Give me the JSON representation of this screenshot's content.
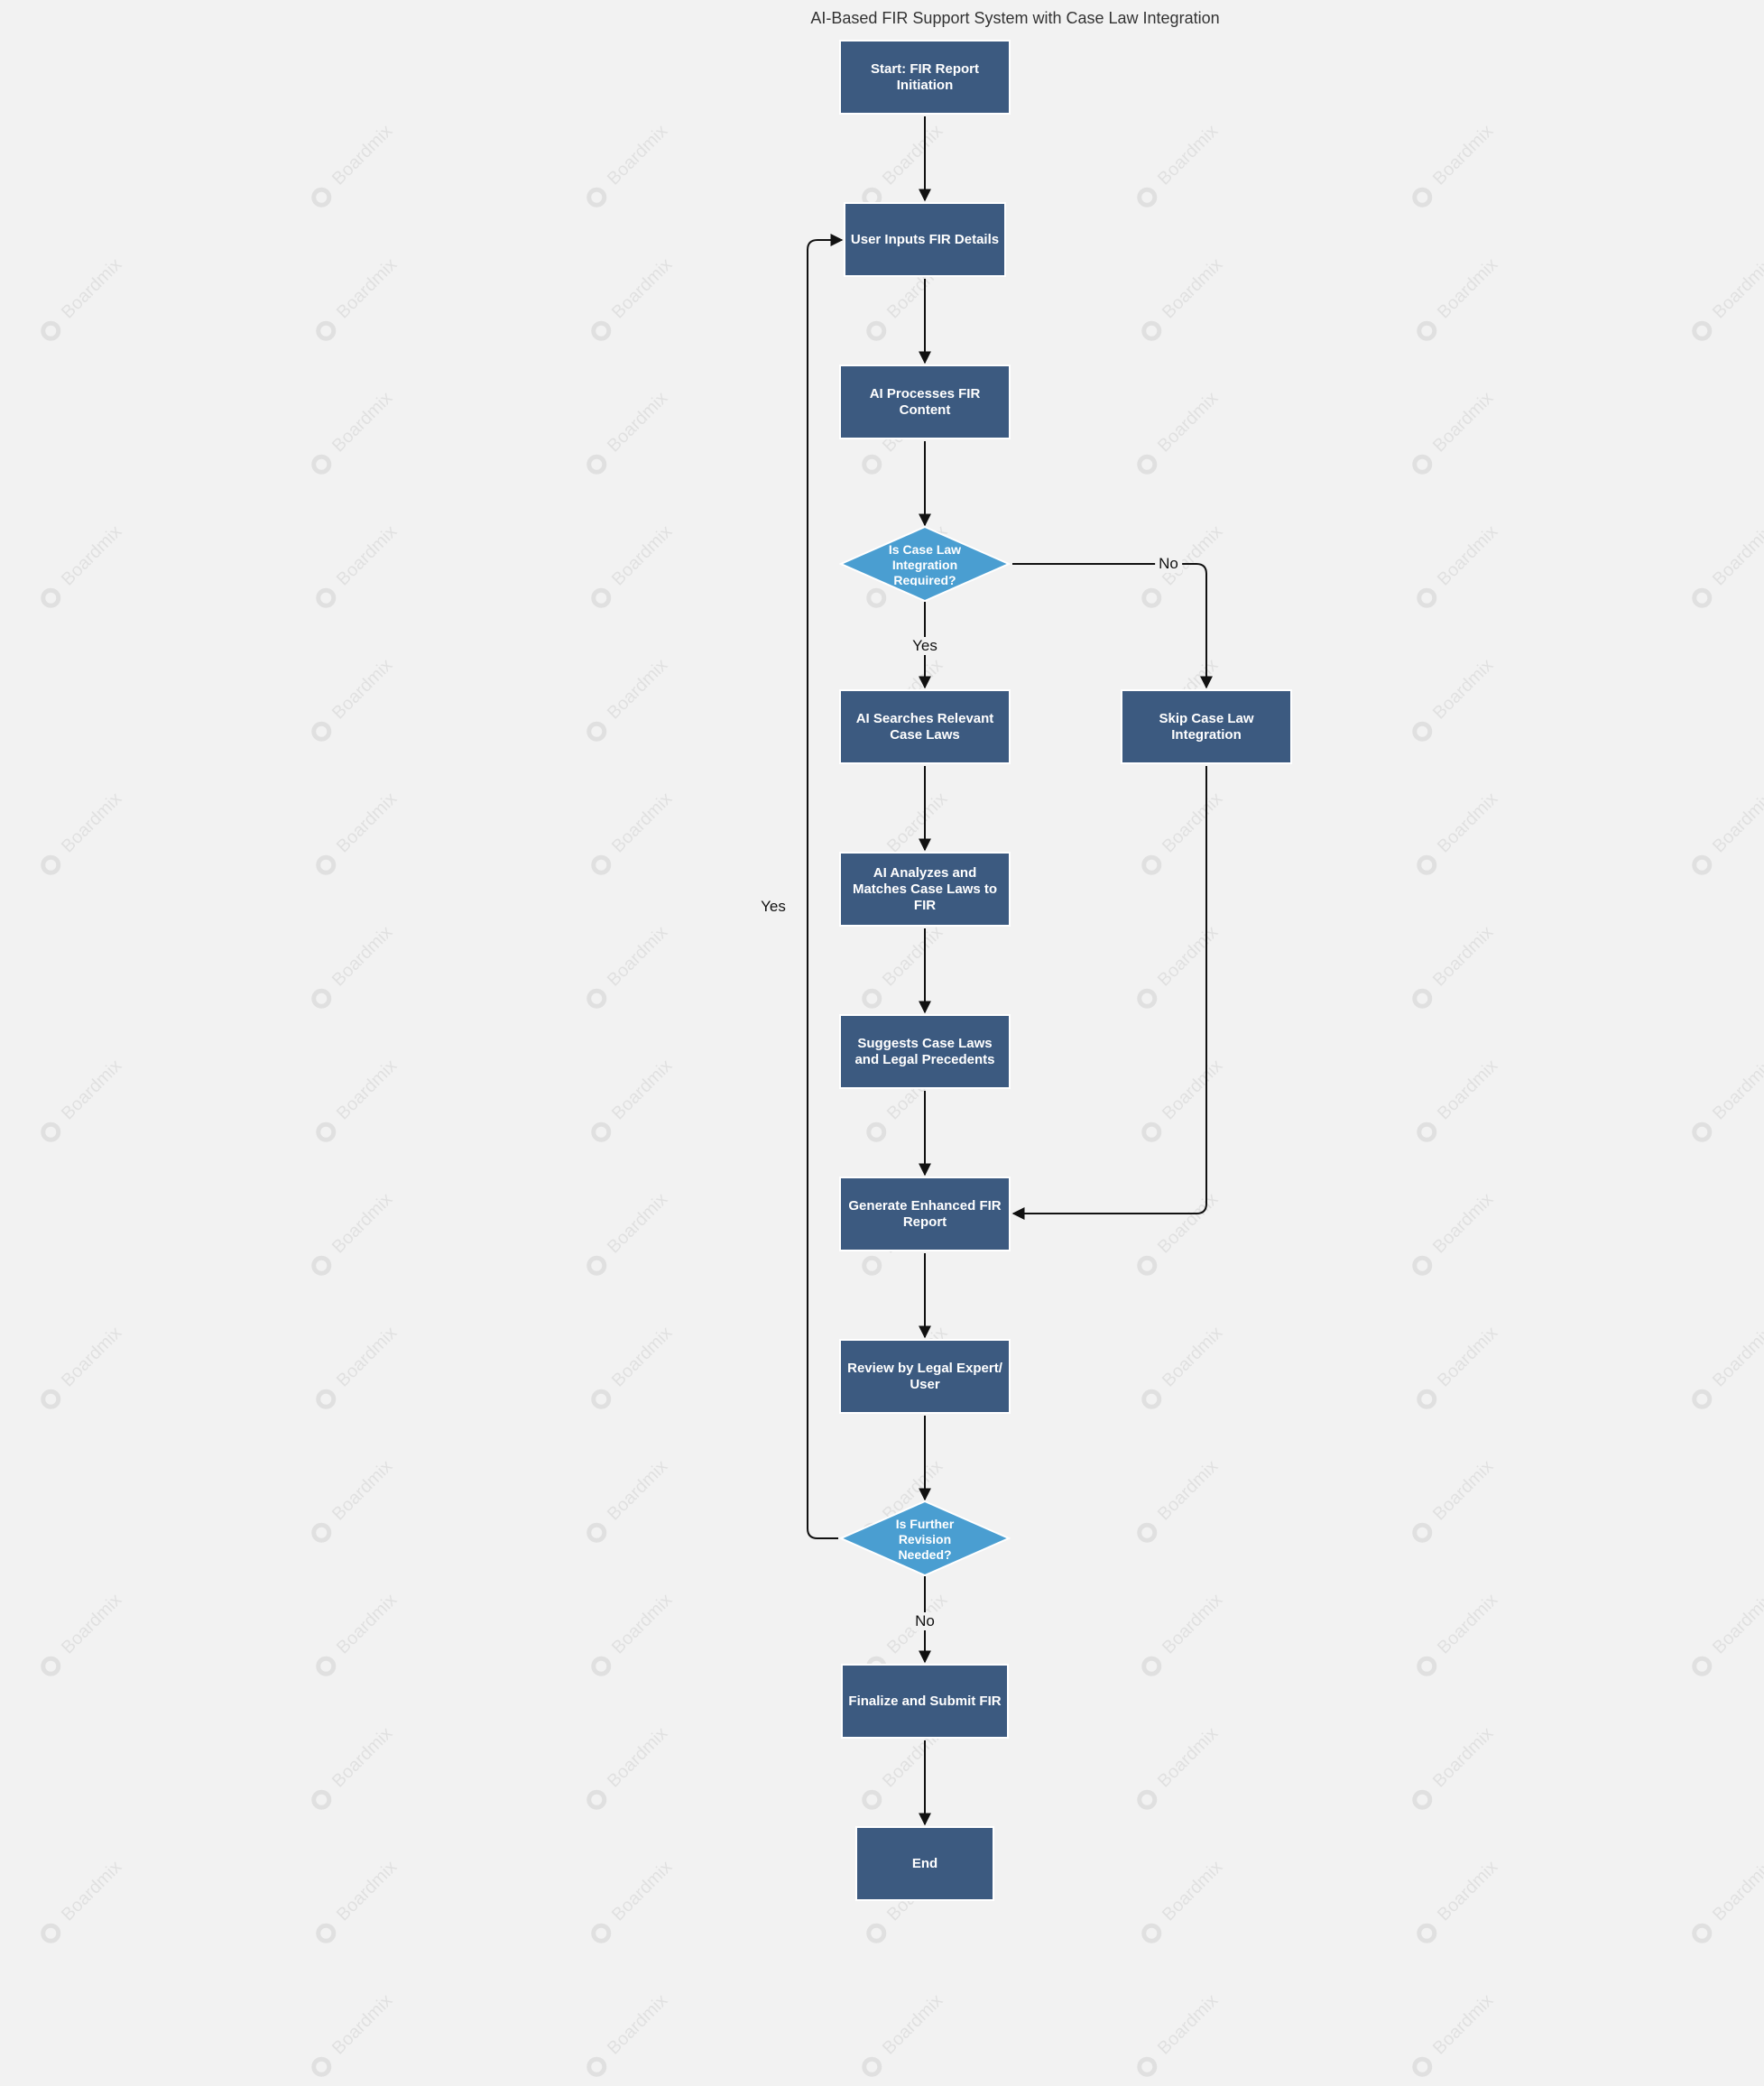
{
  "title": "AI-Based FIR Support System with Case Law Integration",
  "nodes": {
    "start": "Start: FIR Report Initiation",
    "user_inputs": "User Inputs FIR Details",
    "ai_processes": "AI Processes FIR Content",
    "decision_case_law": "Is Case Law Integration Required?",
    "ai_searches": "AI Searches Relevant Case Laws",
    "skip_case_law": "Skip Case Law Integration",
    "ai_analyzes": "AI Analyzes and Matches Case Laws to FIR",
    "suggests": "Suggests Case Laws and Legal Precedents",
    "generate": "Generate Enhanced FIR Report",
    "review": "Review by Legal Expert/ User",
    "decision_revision": "Is Further Revision Needed?",
    "finalize": "Finalize and Submit FIR",
    "end": "End"
  },
  "edge_labels": {
    "case_law_yes": "Yes",
    "case_law_no": "No",
    "revision_yes": "Yes",
    "revision_no": "No"
  },
  "colors": {
    "process_fill": "#3c5a80",
    "decision_fill": "#4a9ed1",
    "edge": "#111111",
    "background": "#f2f2f2"
  },
  "watermark": "Boardmix"
}
